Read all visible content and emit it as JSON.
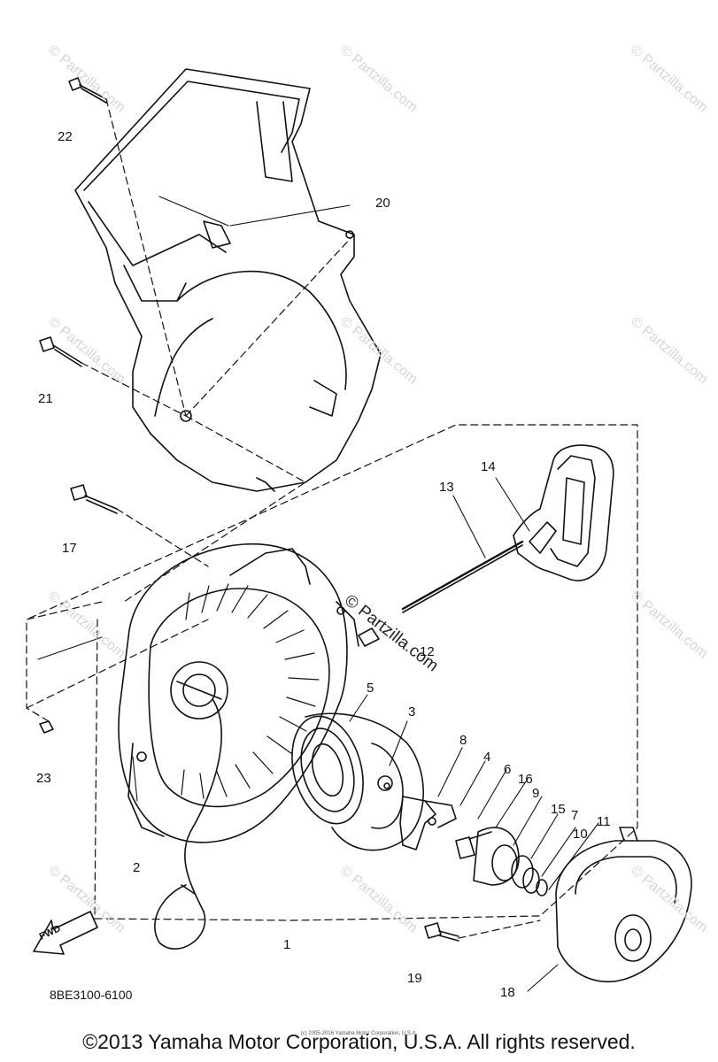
{
  "diagram": {
    "callouts": [
      {
        "id": "22",
        "label": "22"
      },
      {
        "id": "20",
        "label": "20"
      },
      {
        "id": "21",
        "label": "21"
      },
      {
        "id": "17",
        "label": "17"
      },
      {
        "id": "14",
        "label": "14"
      },
      {
        "id": "13",
        "label": "13"
      },
      {
        "id": "12",
        "label": "12"
      },
      {
        "id": "23",
        "label": "23"
      },
      {
        "id": "5",
        "label": "5"
      },
      {
        "id": "3",
        "label": "3"
      },
      {
        "id": "8",
        "label": "8"
      },
      {
        "id": "4",
        "label": "4"
      },
      {
        "id": "6",
        "label": "6"
      },
      {
        "id": "16",
        "label": "16"
      },
      {
        "id": "9",
        "label": "9"
      },
      {
        "id": "15",
        "label": "15"
      },
      {
        "id": "7",
        "label": "7"
      },
      {
        "id": "10",
        "label": "10"
      },
      {
        "id": "11",
        "label": "11"
      },
      {
        "id": "2",
        "label": "2"
      },
      {
        "id": "1",
        "label": "1"
      },
      {
        "id": "19",
        "label": "19"
      },
      {
        "id": "18",
        "label": "18"
      }
    ],
    "watermark_text": "© Partzilla.com",
    "watermark_main": "© Partzilla.com",
    "fwd_label": "FWD",
    "diagram_code": "8BE3100-6100"
  },
  "footer": {
    "copyright": "©2013 Yamaha Motor Corporation, U.S.A. All rights reserved.",
    "small_print": "(c) 2005-2016 Yamaha Motor Corporation, U.S.A."
  }
}
